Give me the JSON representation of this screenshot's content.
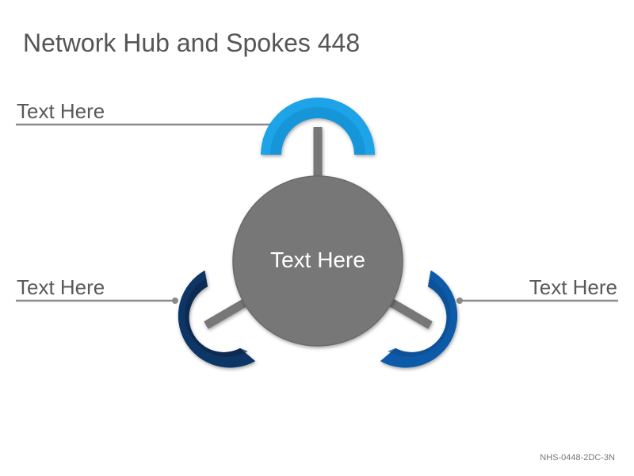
{
  "title": "Network Hub and Spokes 448",
  "hub": {
    "label": "Text Here",
    "color": "#777777"
  },
  "spokes": [
    {
      "position": "top",
      "label": "Text Here",
      "color": "#1aa3e8"
    },
    {
      "position": "left",
      "label": "Text Here",
      "color": "#0b3566"
    },
    {
      "position": "right",
      "label": "Text Here",
      "color": "#0a5aa8"
    }
  ],
  "code": "NHS-0448-2DC-3N"
}
